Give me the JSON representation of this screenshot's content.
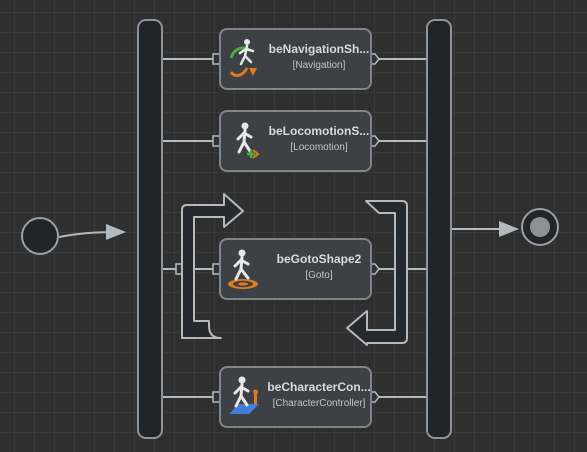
{
  "diagram": {
    "nodes": [
      {
        "id": "navigation",
        "title": "beNavigationSh...",
        "subtitle": "[Navigation]",
        "icon": "navigation-figure-icon"
      },
      {
        "id": "locomotion",
        "title": "beLocomotionS...",
        "subtitle": "[Locomotion]",
        "icon": "locomotion-figure-icon"
      },
      {
        "id": "goto",
        "title": "beGotoShape2",
        "subtitle": "[Goto]",
        "icon": "goto-target-figure-icon"
      },
      {
        "id": "character",
        "title": "beCharacterCon...",
        "subtitle": "[CharacterController]",
        "icon": "character-controller-figure-icon"
      }
    ],
    "colors": {
      "background": "#2f2f2f",
      "grid": "#3a3a3a",
      "bar_fill": "#212428",
      "node_fill": "#3d4146",
      "outline": "#8e9398",
      "wire": "#b4b9be",
      "accent_orange": "#e07a1c",
      "accent_green": "#4caf3a",
      "accent_blue": "#3f7fd6"
    }
  }
}
